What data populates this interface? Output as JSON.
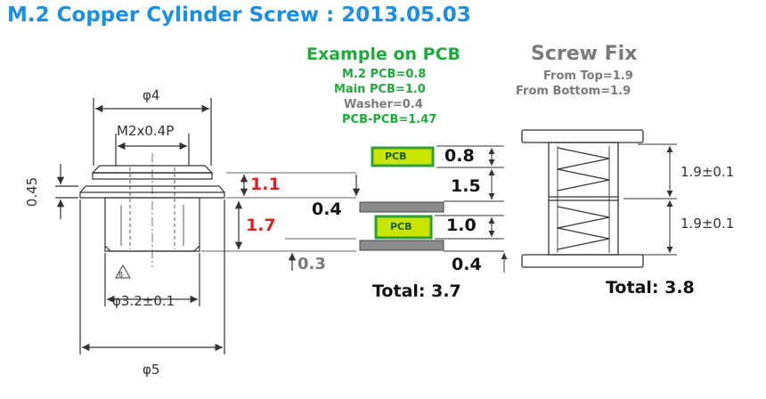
{
  "title": "M.2 Copper Cylinder Screw : 2013.05.03",
  "example": {
    "heading": "Example on PCB",
    "lines": [
      "M.2 PCB=0.8",
      "Main PCB=1.0",
      "Washer=0.4",
      "PCB-PCB=1.47"
    ],
    "pcb_label": "PCB",
    "stack_dims": [
      "0.8",
      "1.5",
      "1.0",
      "0.4"
    ],
    "gap_label": "0.4",
    "total": "Total: 3.7"
  },
  "screw_fix": {
    "heading": "Screw Fix",
    "lines": [
      "From Top=1.9",
      "From Bottom=1.9"
    ],
    "dims": [
      "1.9±0.1",
      "1.9±0.1"
    ],
    "total": "Total: 3.8"
  },
  "drawing": {
    "top_dia": "φ4",
    "thread": "M2x0.4P",
    "flange_thk": "0.45",
    "red_top": "1.1",
    "red_bottom": "1.7",
    "gray_dim": "0.3",
    "body_dia": "φ3.2±0.1",
    "base_dia": "φ5",
    "mark": "8"
  },
  "colors": {
    "title": "#1a8fe3",
    "example": "#1faa3c",
    "screw_fix": "#7a7a7a",
    "red_dim": "#e02020",
    "pcb_fill": "#c8e600",
    "pcb_border": "#2e9e3a",
    "washer": "#8c8c8c"
  }
}
